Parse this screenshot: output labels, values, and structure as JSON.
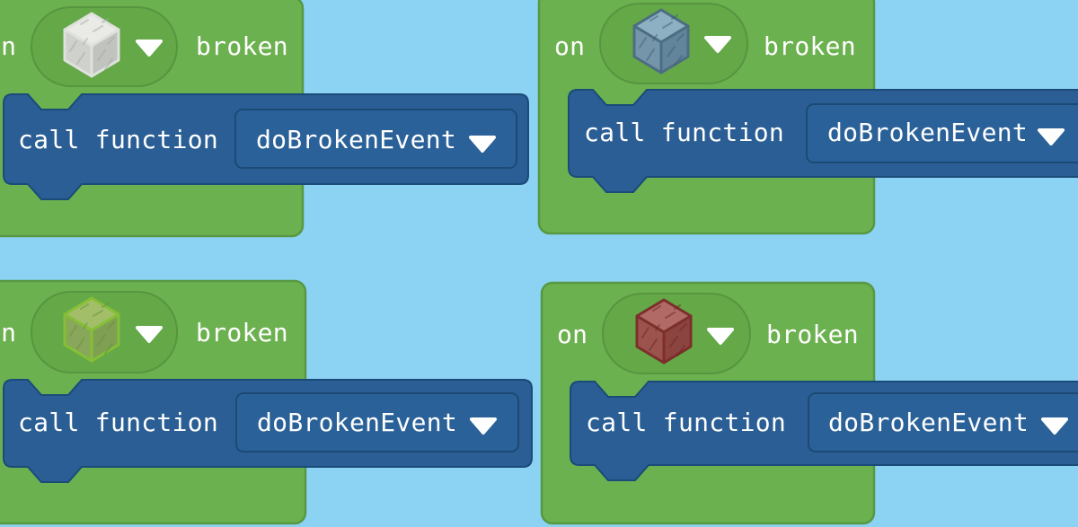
{
  "workspace": {
    "name": "blockly-workspace",
    "background_color": "#8CD2F3",
    "colors": {
      "event_block_fill": "#6CB14F",
      "event_block_stroke": "#579842",
      "dropdown_oval_fill": "#64A848",
      "dropdown_oval_stroke": "#579540",
      "statement_block_fill": "#2A5E94",
      "statement_block_stroke": "#1B4B79",
      "field_fill": "#2B6199",
      "field_stroke": "#1C4A74",
      "label_color": "#FFFFFF"
    },
    "labels": {
      "on": "on",
      "broken": "broken",
      "call_function": "call function"
    },
    "function_field": {
      "value": "doBrokenEvent"
    },
    "blocks": [
      {
        "position": "top-left",
        "event": "on gray block broken",
        "icon": "gray-block-icon",
        "cube": {
          "top": "#EAEBE7",
          "left": "#CFD1CD",
          "right": "#C1C3BF",
          "outline": "#DFE1DD",
          "scratch": "#A8AAA6"
        }
      },
      {
        "position": "top-right",
        "event": "on blue-gray block broken",
        "icon": "blue-gray-block-icon",
        "cube": {
          "top": "#8DB0C2",
          "left": "#7495AA",
          "right": "#62859B",
          "outline": "#4C6D82",
          "scratch": "#405F75"
        }
      },
      {
        "position": "bottom-left",
        "event": "on green block broken",
        "icon": "green-block-icon",
        "cube": {
          "top": "#A3BE69",
          "left": "#88A75A",
          "right": "#7FA052",
          "outline": "#85BF36",
          "scratch": "#688F3E"
        }
      },
      {
        "position": "bottom-right",
        "event": "on red block broken",
        "icon": "red-block-icon",
        "cube": {
          "top": "#B26A66",
          "left": "#9C534E",
          "right": "#8C4440",
          "outline": "#7C2F2B",
          "scratch": "#6B2824"
        }
      }
    ]
  }
}
